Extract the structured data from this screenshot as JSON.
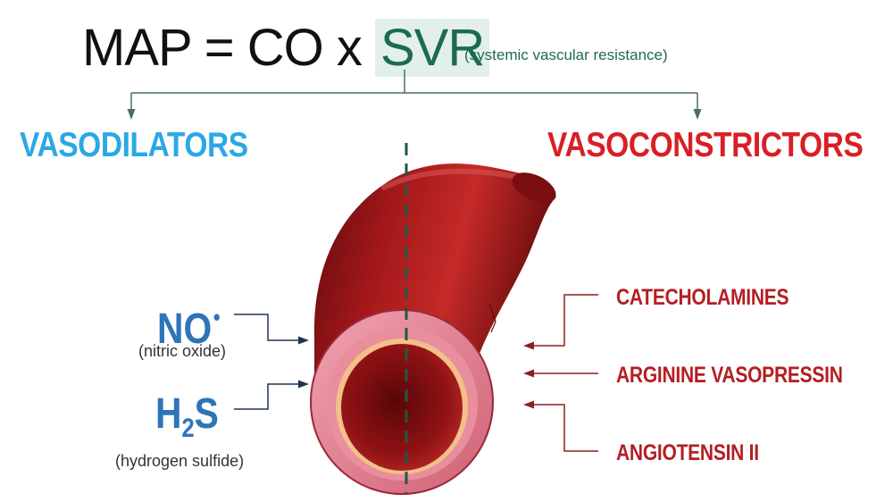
{
  "formula": {
    "left": "MAP = CO x ",
    "highlight": "SVR",
    "note": "(systemic vascular resistance)"
  },
  "vasodilators": {
    "title": "VASODILATORS",
    "items": [
      {
        "symbol": "NO",
        "radical": "•",
        "name": "(nitric oxide)"
      },
      {
        "symbol_main": "H",
        "subscript": "2",
        "symbol_tail": "S",
        "name": "(hydrogen sulfide)"
      }
    ]
  },
  "vasoconstrictors": {
    "title": "VASOCONSTRICTORS",
    "items": [
      "CATECHOLAMINES",
      "ARGININE VASOPRESSIN",
      "ANGIOTENSIN II"
    ]
  },
  "colors": {
    "dilator_title": "#2aa8e6",
    "dilator_chem": "#2d74b9",
    "constrictor_title": "#d81f26",
    "constrictor_items": "#b31e23",
    "svr_green": "#1d6b4e",
    "vessel_red": "#a31618"
  },
  "icons": [
    "arrow-icon",
    "blood-vessel-illustration"
  ]
}
